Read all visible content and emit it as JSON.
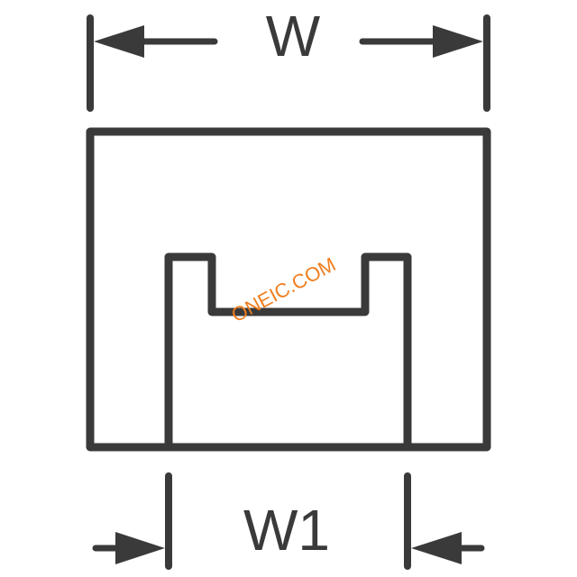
{
  "labels": {
    "top_dimension": "W",
    "bottom_dimension": "W1"
  },
  "watermark": {
    "text": "ONEIC.COM"
  },
  "colors": {
    "line": "#3a3a3a",
    "watermark": "#f07d1e",
    "background": "#ffffff"
  }
}
